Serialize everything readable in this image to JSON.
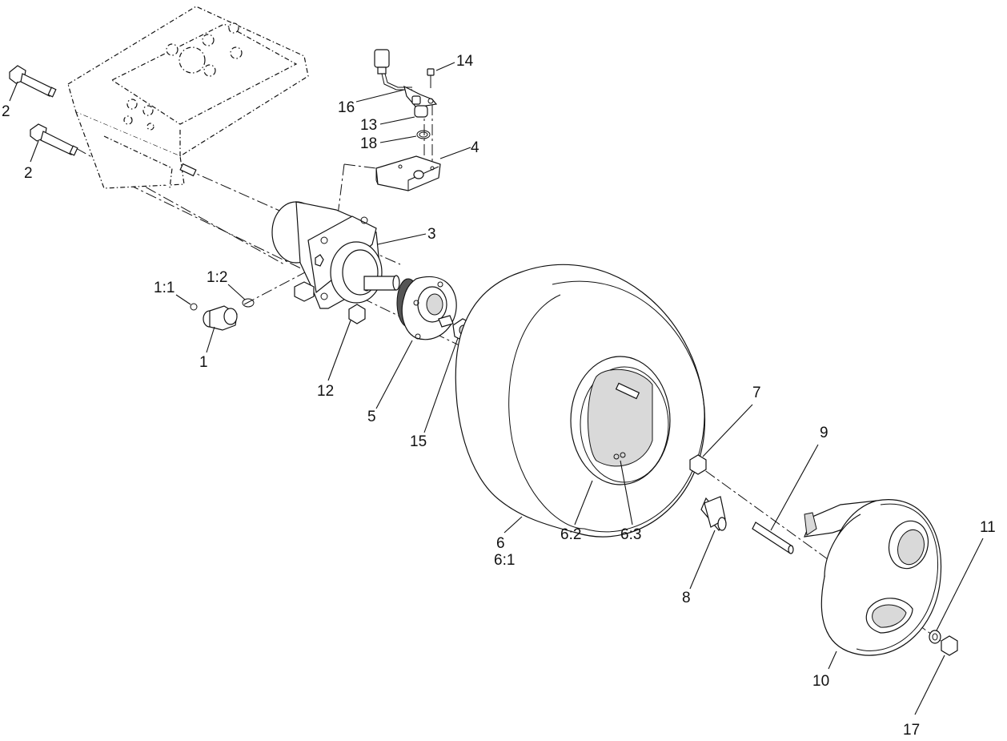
{
  "callouts": {
    "c1": "1",
    "c1_1": "1:1",
    "c1_2": "1:2",
    "c2a": "2",
    "c2b": "2",
    "c3": "3",
    "c4": "4",
    "c5": "5",
    "c6": "6",
    "c6_1": "6:1",
    "c6_2": "6:2",
    "c6_3": "6:3",
    "c7": "7",
    "c8": "8",
    "c9": "9",
    "c10": "10",
    "c11": "11",
    "c12": "12",
    "c13": "13",
    "c14": "14",
    "c15": "15",
    "c16": "16",
    "c17": "17",
    "c18": "18"
  }
}
